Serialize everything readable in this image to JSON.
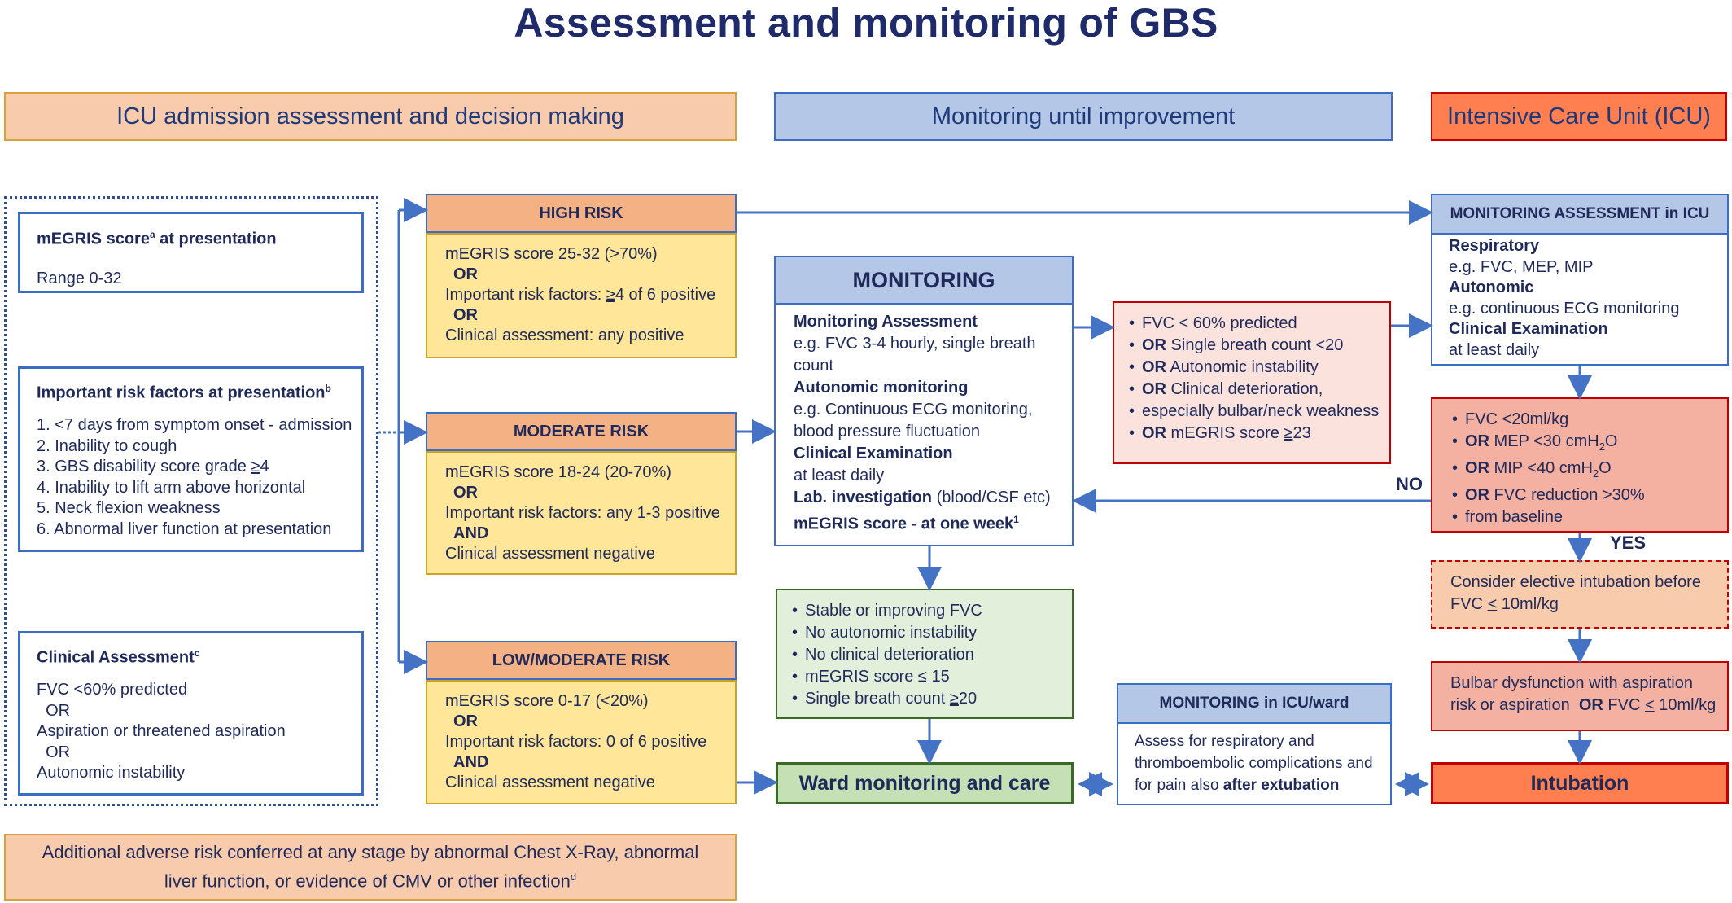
{
  "title": "Assessment and monitoring of GBS",
  "colors": {
    "title": "#1f2a6b",
    "blue_line": "#3c6dc4",
    "peach": "#f8cbad",
    "light_blue": "#b4c7e7",
    "orange_red": "#ff7f50",
    "yellow": "#ffe699",
    "green": "#e2efda",
    "pink": "#fbe2dc",
    "salmon": "#f4b0a0",
    "dark_red": "#c00000"
  },
  "columns": {
    "left": "ICU admission assessment and decision making",
    "middle": "Monitoring until improvement",
    "right": "Intensive Care Unit (ICU)"
  },
  "megris": {
    "title": "mEGRIS score",
    "sup": "a",
    "title_tail": "  at presentation",
    "range": "Range 0-32"
  },
  "risk_factors": {
    "title": "Important risk factors at presentation",
    "sup": "b",
    "items": [
      "1. <7 days from symptom onset - admission",
      "2. Inability to cough",
      "3. GBS disability score grade ",
      "4. Inability to lift arm above horizontal",
      "5. Neck flexion weakness",
      "6. Abnormal liver function at presentation"
    ],
    "item3_ul": "≥",
    "item3_tail": "4"
  },
  "clinical": {
    "title": "Clinical Assessment",
    "sup": "c",
    "lines": [
      "FVC <60% predicted",
      "  OR",
      "Aspiration or threatened aspiration",
      "  OR",
      "Autonomic instability"
    ]
  },
  "high": {
    "header": "HIGH RISK",
    "line1": "mEGRIS score 25-32 (>70%)",
    "or1": "OR",
    "line2_pre": "Important risk factors: ",
    "line2_ul": "≥",
    "line2_post": "4 of 6 positive",
    "or2": "OR",
    "line3": "Clinical assessment: any positive"
  },
  "moderate": {
    "header": "MODERATE RISK",
    "line1": "mEGRIS score 18-24 (20-70%)",
    "or1": "OR",
    "line2": "Important risk factors: any 1-3 positive",
    "and1": "AND",
    "line3": "Clinical assessment negative"
  },
  "low": {
    "header": "LOW/MODERATE RISK",
    "line1": "mEGRIS score 0-17 (<20%)",
    "or1": "OR",
    "line2": "Important risk factors: 0 of 6 positive",
    "and1": "AND",
    "line3": "Clinical assessment negative"
  },
  "monitoring": {
    "header": "MONITORING",
    "assess_title": "Monitoring Assessment",
    "assess_text": "e.g. FVC 3-4 hourly, single breath count",
    "auto_title": "Autonomic monitoring",
    "auto_text": "e.g. Continuous ECG monitoring, blood pressure fluctuation",
    "clin_title": "Clinical Examination",
    "clin_text": "at least daily",
    "lab_title": "Lab. investigation",
    "lab_text": " (blood/CSF etc)",
    "megris_title": "mEGRIS score - at one week",
    "megris_sup": "1"
  },
  "red_criteria": {
    "items": [
      {
        "or": "",
        "text": "FVC < 60% predicted"
      },
      {
        "or": "OR",
        "text": " Single breath count <20"
      },
      {
        "or": "OR",
        "text": " Autonomic instability"
      },
      {
        "or": "OR",
        "text": " Clinical deterioration,"
      },
      {
        "or": "",
        "text": "especially bulbar/neck weakness"
      },
      {
        "or": "OR",
        "text": " mEGRIS score "
      }
    ],
    "last_ul": "≥",
    "last_tail": "23"
  },
  "green": {
    "items": [
      "Stable or improving FVC",
      "No autonomic instability",
      "No clinical deterioration",
      "mEGRIS score ≤ 15",
      "Single breath count "
    ],
    "last_ul": "≥",
    "last_tail": "20"
  },
  "ward": {
    "label": "Ward monitoring and care"
  },
  "icu_ward": {
    "header": "MONITORING in ICU/ward",
    "text": "Assess for respiratory and thromboembolic complications and for pain also ",
    "bold_tail": "after extubation"
  },
  "icu_assess": {
    "header": "MONITORING ASSESSMENT in ICU",
    "resp_title": "Respiratory",
    "resp_text": "e.g. FVC, MEP, MIP",
    "auto_title": "Autonomic",
    "auto_text": "e.g. continuous ECG monitoring",
    "clin_title": "Clinical Examination",
    "clin_text": "at least daily"
  },
  "icu_criteria": {
    "items": [
      {
        "or": "",
        "text": "FVC <20ml/kg"
      },
      {
        "or": "OR",
        "text": " MEP <30 cmH",
        "sub": "2",
        "tail": "O"
      },
      {
        "or": "OR",
        "text": " MIP <40 cmH",
        "sub": "2",
        "tail": "O"
      },
      {
        "or": "OR",
        "text": " FVC reduction >30%"
      },
      {
        "or": "",
        "text": "from baseline"
      }
    ]
  },
  "no_label": "NO",
  "yes_label": "YES",
  "elective": {
    "text": "Consider elective intubation before FVC ",
    "ul": "<",
    "tail": " 10ml/kg"
  },
  "bulbar": {
    "text": "Bulbar dysfunction with aspiration risk or aspiration  ",
    "or": "OR",
    "tail": " FVC ",
    "ul": "<",
    "tail2": " 10ml/kg"
  },
  "intubation": {
    "label": "Intubation"
  },
  "footer": {
    "text": "Additional adverse risk conferred at any stage by abnormal Chest X-Ray, abnormal liver function, or evidence of CMV or other infection",
    "sup": "d"
  }
}
